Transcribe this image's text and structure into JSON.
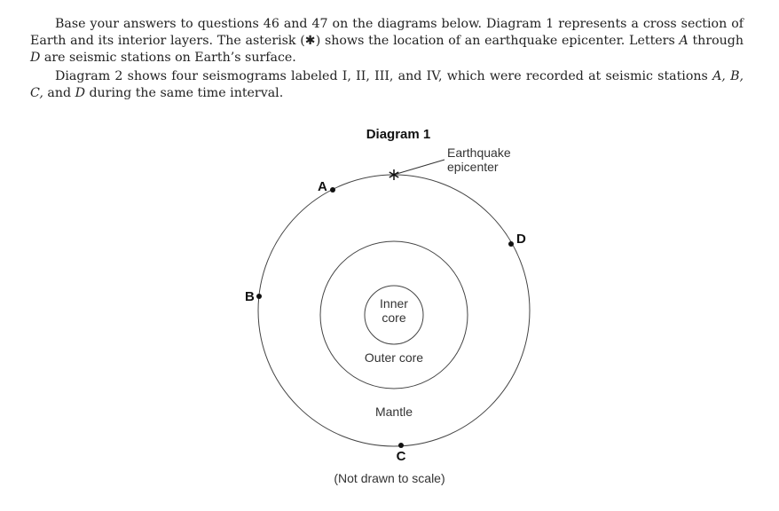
{
  "intro": {
    "p1_a": "Base your answers to questions 46 and 47 on the diagrams below. Diagram 1 represents a cross section of Earth and its interior layers. The asterisk (",
    "asterisk": "✱",
    "p1_b": ") shows the location of an earthquake epicenter. Letters ",
    "a": "A",
    "p1_c": " through ",
    "d": "D",
    "p1_d": " are seismic stations on Earth’s surface.",
    "p2_a": "Diagram 2 shows four seismograms labeled I, II, III, and IV, which were recorded at seismic stations ",
    "p2_stations": "A, B, C,",
    "p2_and": " and ",
    "p2_d": "D",
    "p2_b": " during the same time interval."
  },
  "diagram": {
    "title": "Diagram 1",
    "epicenter_label_1": "Earthquake",
    "epicenter_label_2": "epicenter",
    "inner_core_1": "Inner",
    "inner_core_2": "core",
    "outer_core": "Outer core",
    "mantle": "Mantle",
    "stations": [
      "A",
      "B",
      "C",
      "D"
    ],
    "note": "(Not drawn to scale)"
  }
}
